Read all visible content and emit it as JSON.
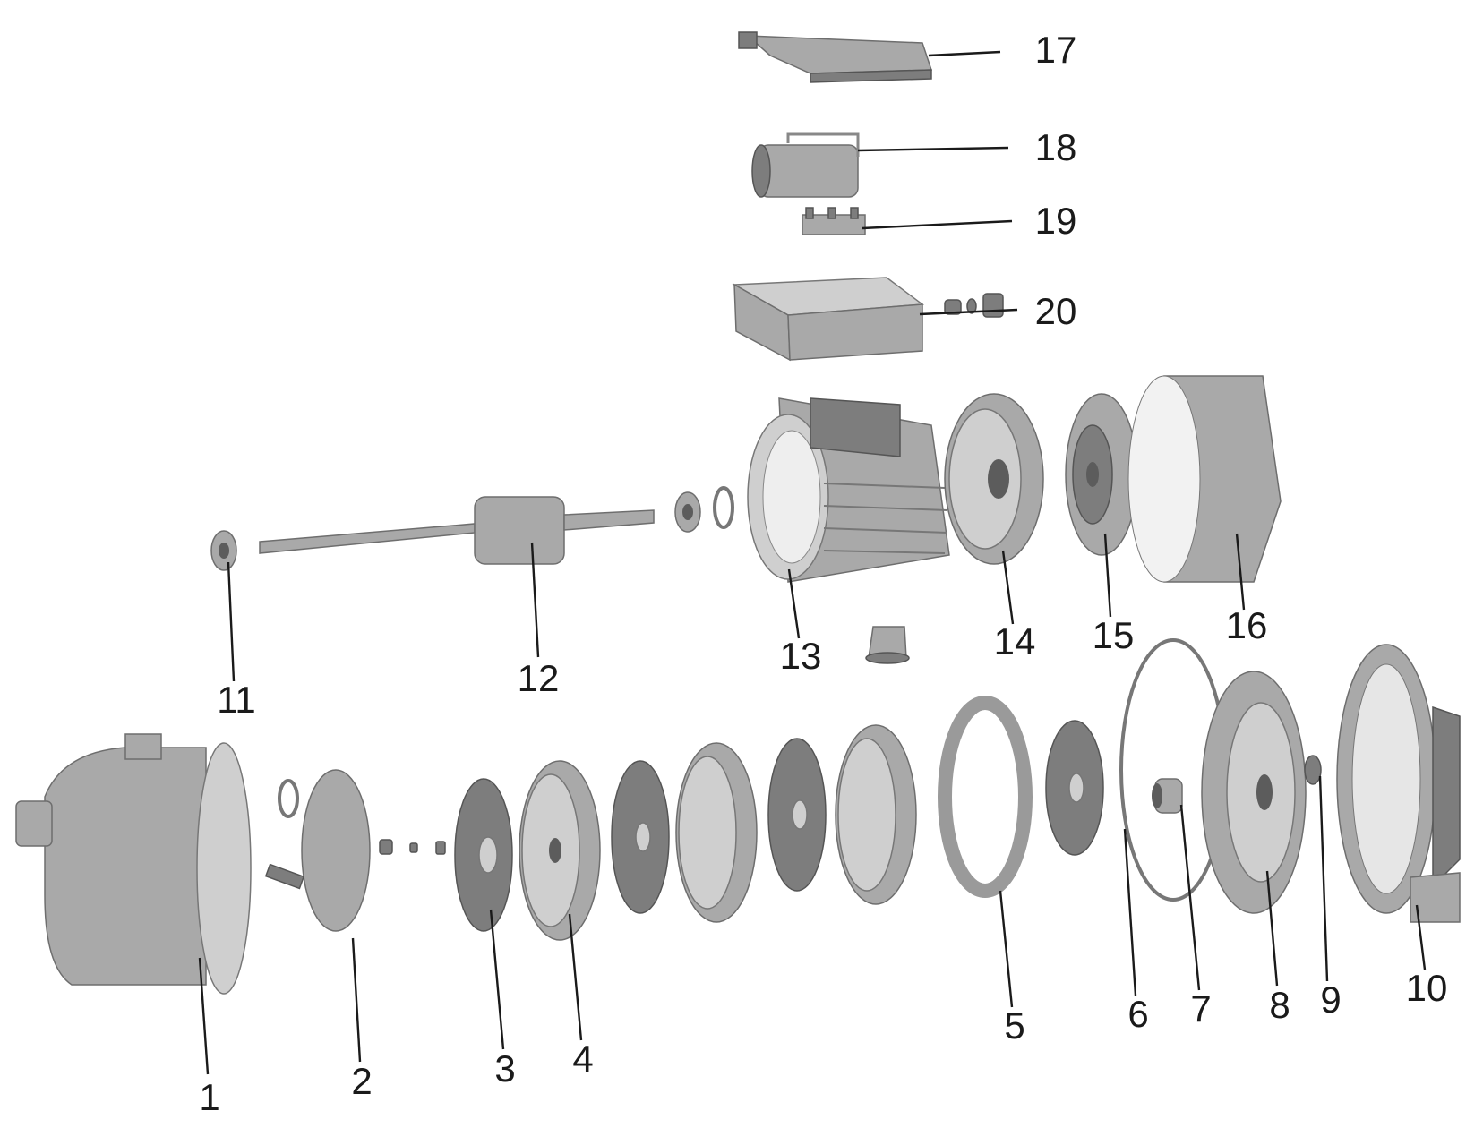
{
  "diagram": {
    "type": "exploded parts diagram",
    "part_labels": [
      "1",
      "2",
      "3",
      "4",
      "5",
      "6",
      "7",
      "8",
      "9",
      "10",
      "11",
      "12",
      "13",
      "14",
      "15",
      "16",
      "17",
      "18",
      "19",
      "20"
    ]
  }
}
